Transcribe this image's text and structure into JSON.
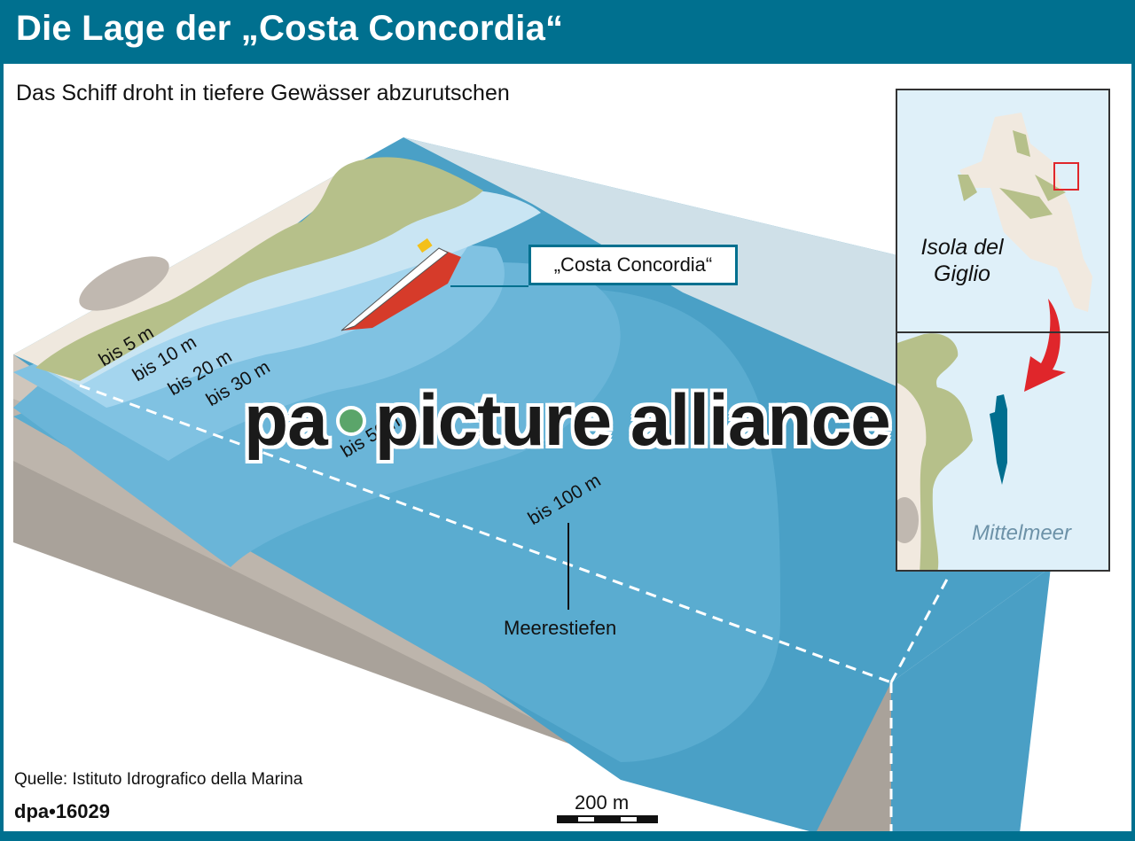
{
  "header": {
    "title": "Die Lage der „Costa Concordia“",
    "subtitle": "Das Schiff droht in tiefere Gewässer abzurutschen"
  },
  "diagram": {
    "ship_label": "„Costa Concordia“",
    "depth_labels": [
      "bis 5 m",
      "bis 10 m",
      "bis 20 m",
      "bis 30 m",
      "bis 50 m",
      "bis 100 m"
    ],
    "depth_legend": "Meerestiefen",
    "scale_bar": "200 m",
    "colors": {
      "brand": "#00708f",
      "land": "#b6c08a",
      "beach": "#efe8de",
      "shallow": "#a9d7ee",
      "deep": "#4aa0c6",
      "ship_hull": "#d63b2a",
      "arrow": "#e0262b"
    }
  },
  "inset": {
    "island_label": "Isola del Giglio",
    "sea_label": "Mittelmeer"
  },
  "footer": {
    "source": "Quelle: Istituto Idrografico della Marina",
    "credit": "dpa•16029"
  },
  "watermark": {
    "left": "pa",
    "right": "picture alliance"
  }
}
